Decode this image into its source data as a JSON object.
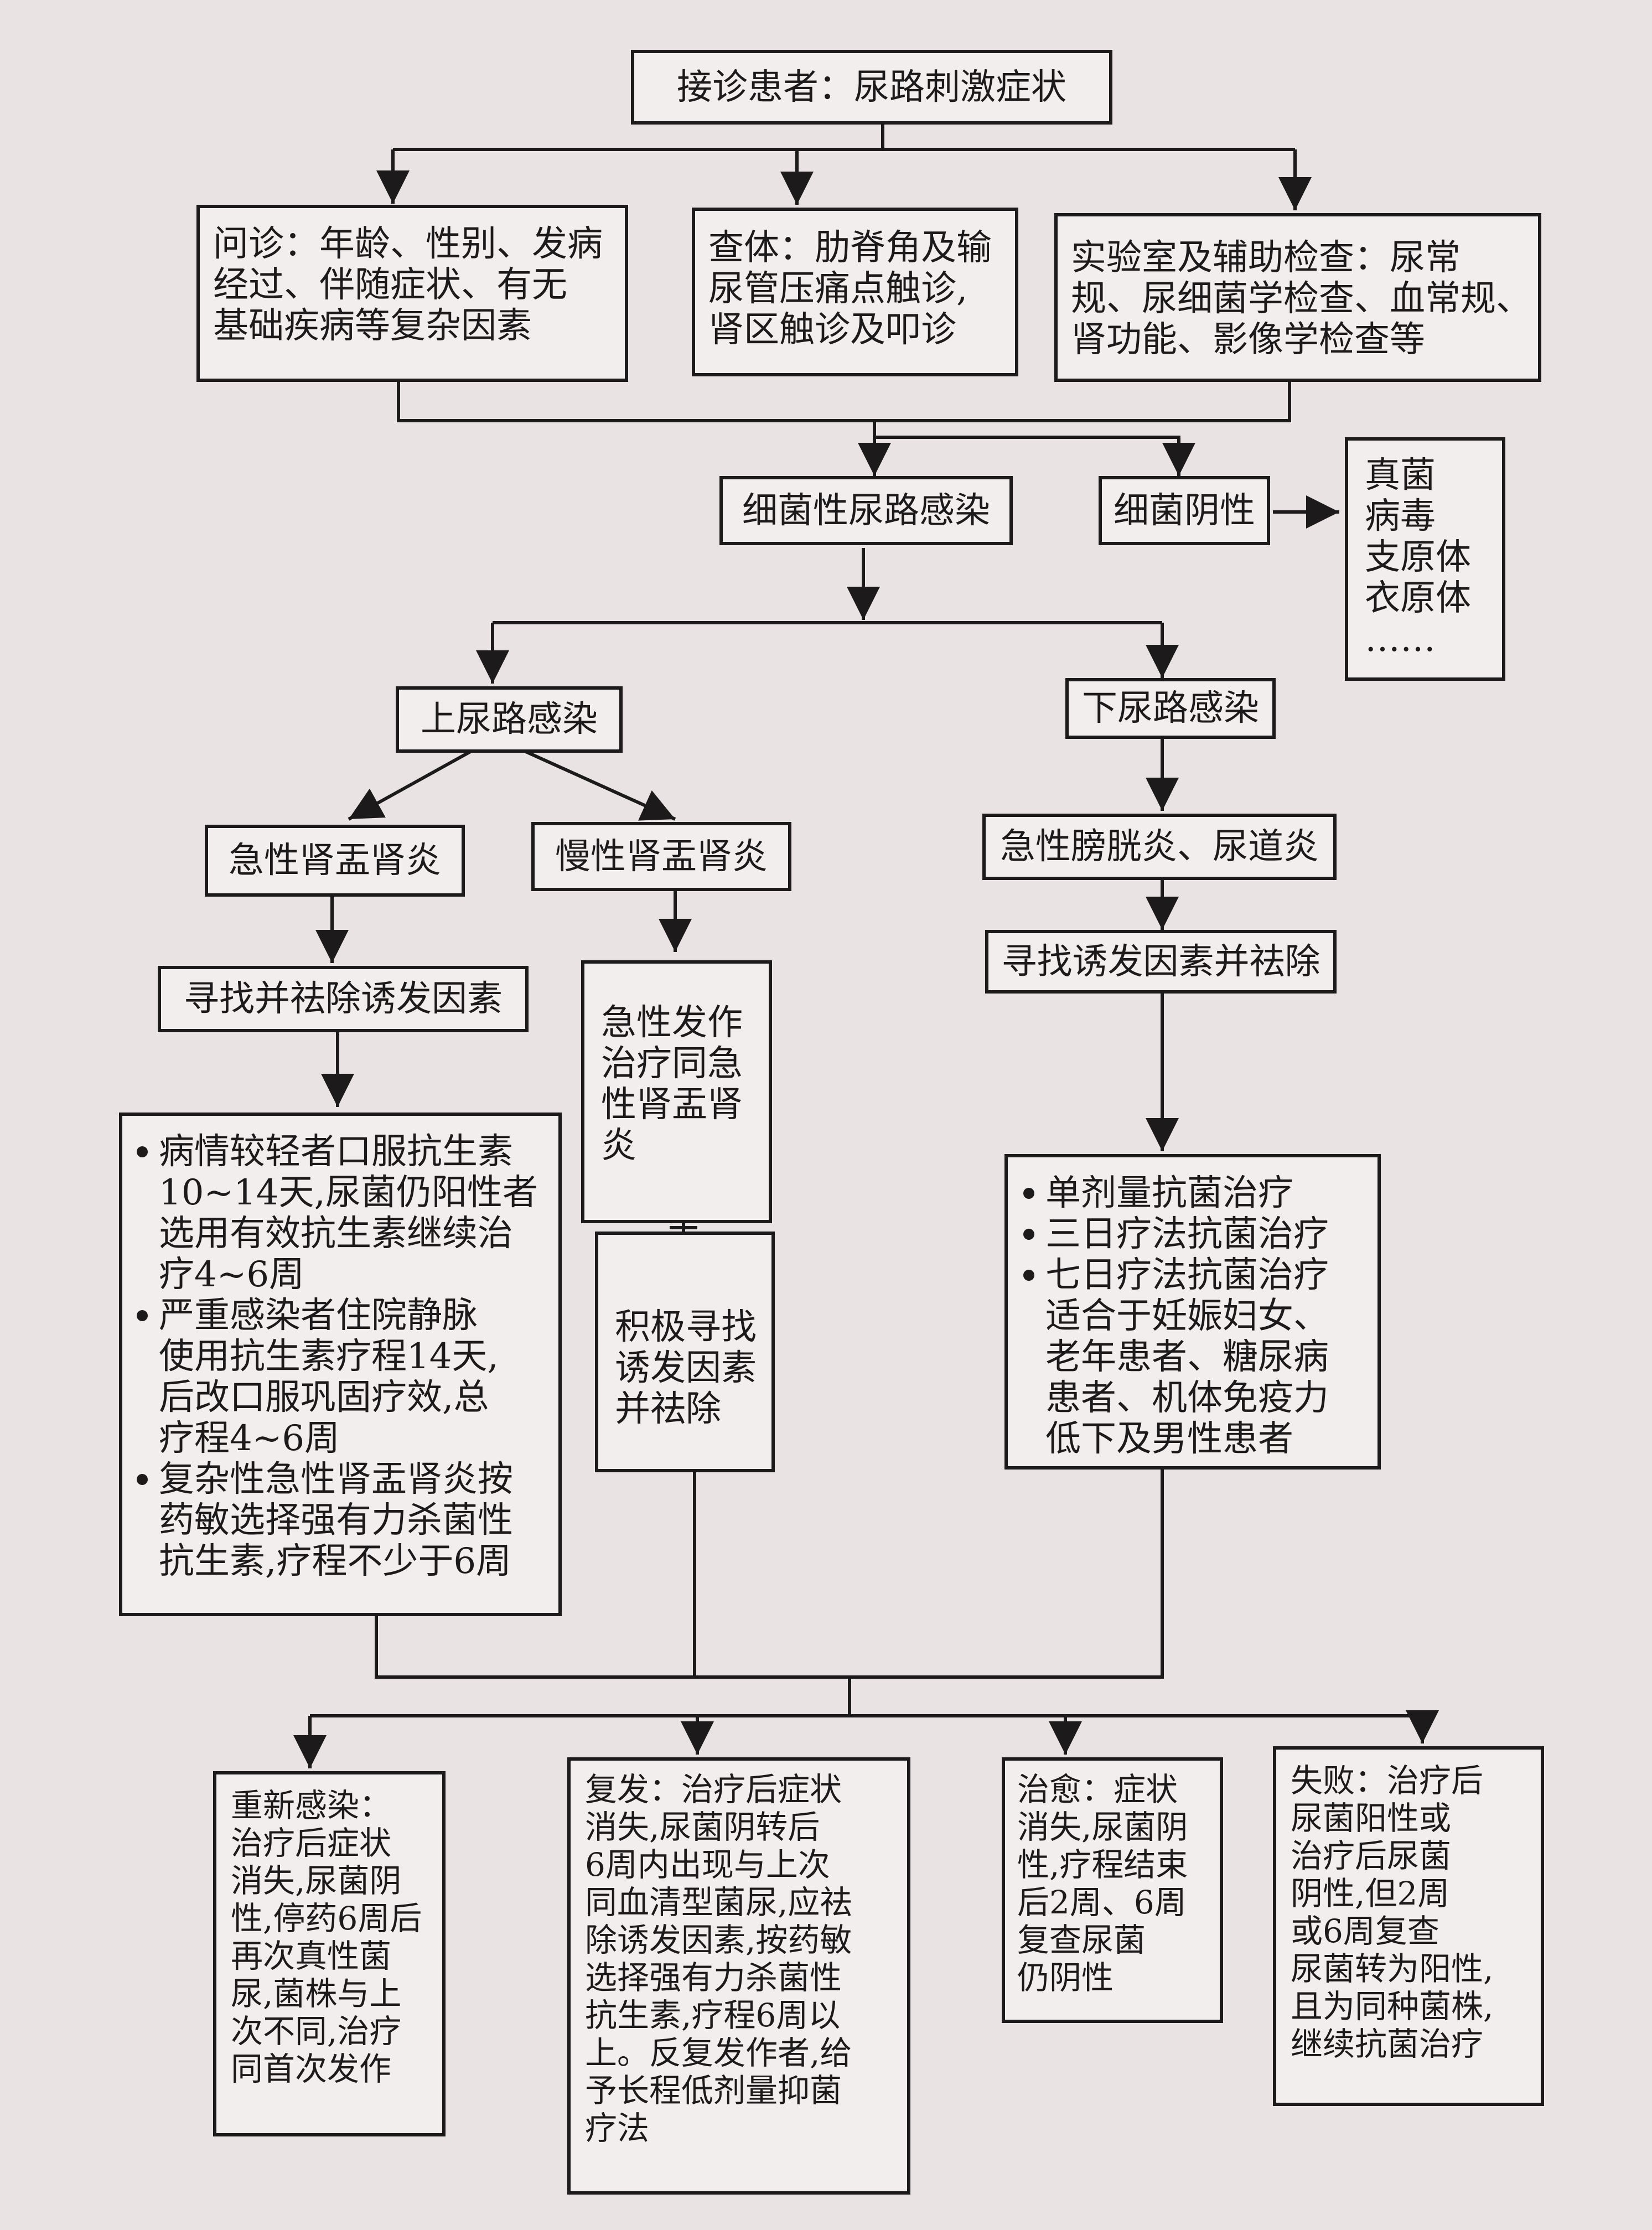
{
  "title": "接诊患者：尿路刺激症状",
  "assessment": {
    "history": [
      "问诊：年龄、性别、发病",
      "经过、伴随症状、有无",
      "基础疾病等复杂因素"
    ],
    "physical": [
      "查体：肋脊角及输",
      "尿管压痛点触诊,",
      "肾区触诊及叩诊"
    ],
    "lab": [
      "实验室及辅助检查：尿常",
      "规、尿细菌学检查、血常规、",
      "肾功能、影像学检查等"
    ]
  },
  "bacterial": "细菌性尿路感染",
  "negative": "细菌阴性",
  "pathogens": [
    "真菌",
    "病毒",
    "支原体",
    "衣原体",
    "……"
  ],
  "upper": "上尿路感染",
  "lower": "下尿路感染",
  "acute_pyelo": "急性肾盂肾炎",
  "chronic_pyelo": "慢性肾盂肾炎",
  "cystitis": "急性膀胱炎、尿道炎",
  "find_remove_upper": "寻找并祛除诱发因素",
  "find_remove_lower": "寻找诱发因素并祛除",
  "chronic_acute": [
    "急性发作",
    "治疗同急",
    "性肾盂肾",
    "炎"
  ],
  "chronic_find": [
    "积极寻找",
    "诱发因素",
    "并祛除"
  ],
  "acute_treatment": [
    [
      "病情较轻者口服抗生素",
      "10~14天,尿菌仍阳性者",
      "选用有效抗生素继续治",
      "疗4~6周"
    ],
    [
      "严重感染者住院静脉",
      "使用抗生素疗程14天,",
      "后改口服巩固疗效,总",
      "疗程4~6周"
    ],
    [
      "复杂性急性肾盂肾炎按",
      "药敏选择强有力杀菌性",
      "抗生素,疗程不少于6周"
    ]
  ],
  "lower_treatment": [
    [
      "单剂量抗菌治疗"
    ],
    [
      "三日疗法抗菌治疗"
    ],
    [
      "七日疗法抗菌治疗",
      "适合于妊娠妇女、",
      "老年患者、糖尿病",
      "患者、机体免疫力",
      "低下及男性患者"
    ]
  ],
  "outcomes": {
    "reinfection": [
      "重新感染：",
      "治疗后症状",
      "消失,尿菌阴",
      "性,停药6周后",
      "再次真性菌",
      "尿,菌株与上",
      "次不同,治疗",
      "同首次发作"
    ],
    "relapse": [
      "复发：治疗后症状",
      "消失,尿菌阴转后",
      "6周内出现与上次",
      "同血清型菌尿,应祛",
      "除诱发因素,按药敏",
      "选择强有力杀菌性",
      "抗生素,疗程6周以",
      "上。反复发作者,给",
      "予长程低剂量抑菌",
      "疗法"
    ],
    "cure": [
      "治愈：症状",
      "消失,尿菌阴",
      "性,疗程结束",
      "后2周、6周",
      "复查尿菌",
      "仍阴性"
    ],
    "failure": [
      "失败：治疗后",
      "尿菌阳性或",
      "治疗后尿菌",
      "阴性,但2周",
      "或6周复查",
      "尿菌转为阳性,",
      "且为同种菌株,",
      "继续抗菌治疗"
    ]
  }
}
